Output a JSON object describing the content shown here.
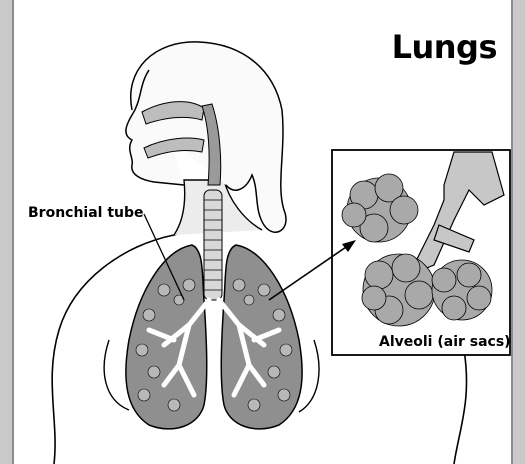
{
  "title": "Lungs",
  "labels": {
    "bronchial": "Bronchial tube",
    "alveoli": "Alveoli (air sacs)"
  },
  "colors": {
    "background": "#c9c9c9",
    "panel": "#ffffff",
    "lung_fill": "#8f8f8f",
    "skin_fill": "#ececec",
    "alveoli_fill": "#a9a9a9",
    "outline": "#000000"
  }
}
